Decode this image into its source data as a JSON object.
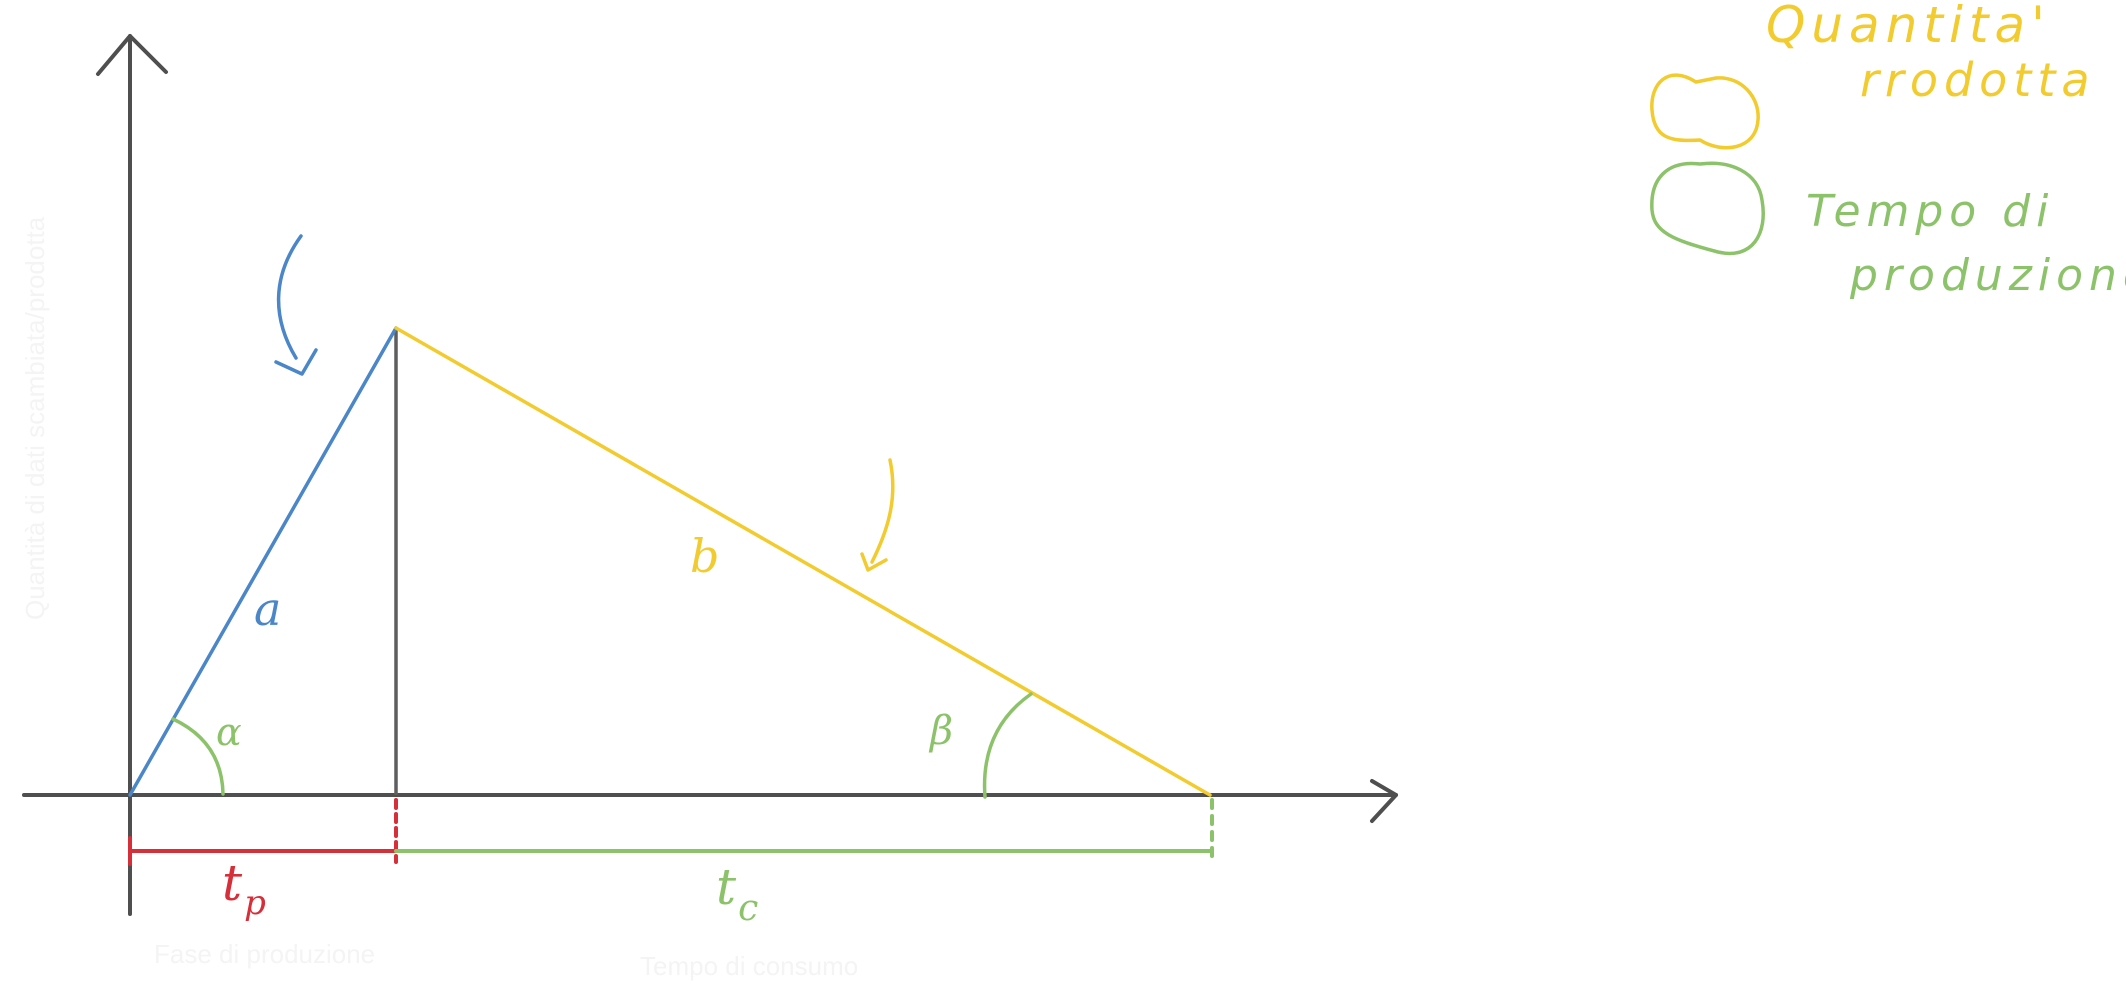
{
  "colors": {
    "axis": "#4f4f4f",
    "side_a": "#4a86c8",
    "side_b": "#f2cb2e",
    "angle": "#8cc26a",
    "t_p": "#d62f3a",
    "t_c": "#8cc26a",
    "ghost_text": "#f4f4f4",
    "vertical": "#5e5e5e"
  },
  "diagram": {
    "label_a": "a",
    "label_b": "b",
    "label_alpha": "α",
    "label_beta": "β",
    "label_tp_main": "t",
    "label_tp_sub": "p",
    "label_tc_main": "t",
    "label_tc_sub": "c",
    "faint_y_label": "Quantità di dati scambiata/prodotta",
    "faint_x_label_left": "Fase di produzione",
    "faint_x_label_right": "Tempo di consumo"
  },
  "legend": {
    "item1_line1": "Quantita'",
    "item1_line2": "rrodotta",
    "item1_color": "#f2cb2e",
    "item2_line1": "Tempo di",
    "item2_line2": "produzione",
    "item2_color": "#8cc26a"
  }
}
